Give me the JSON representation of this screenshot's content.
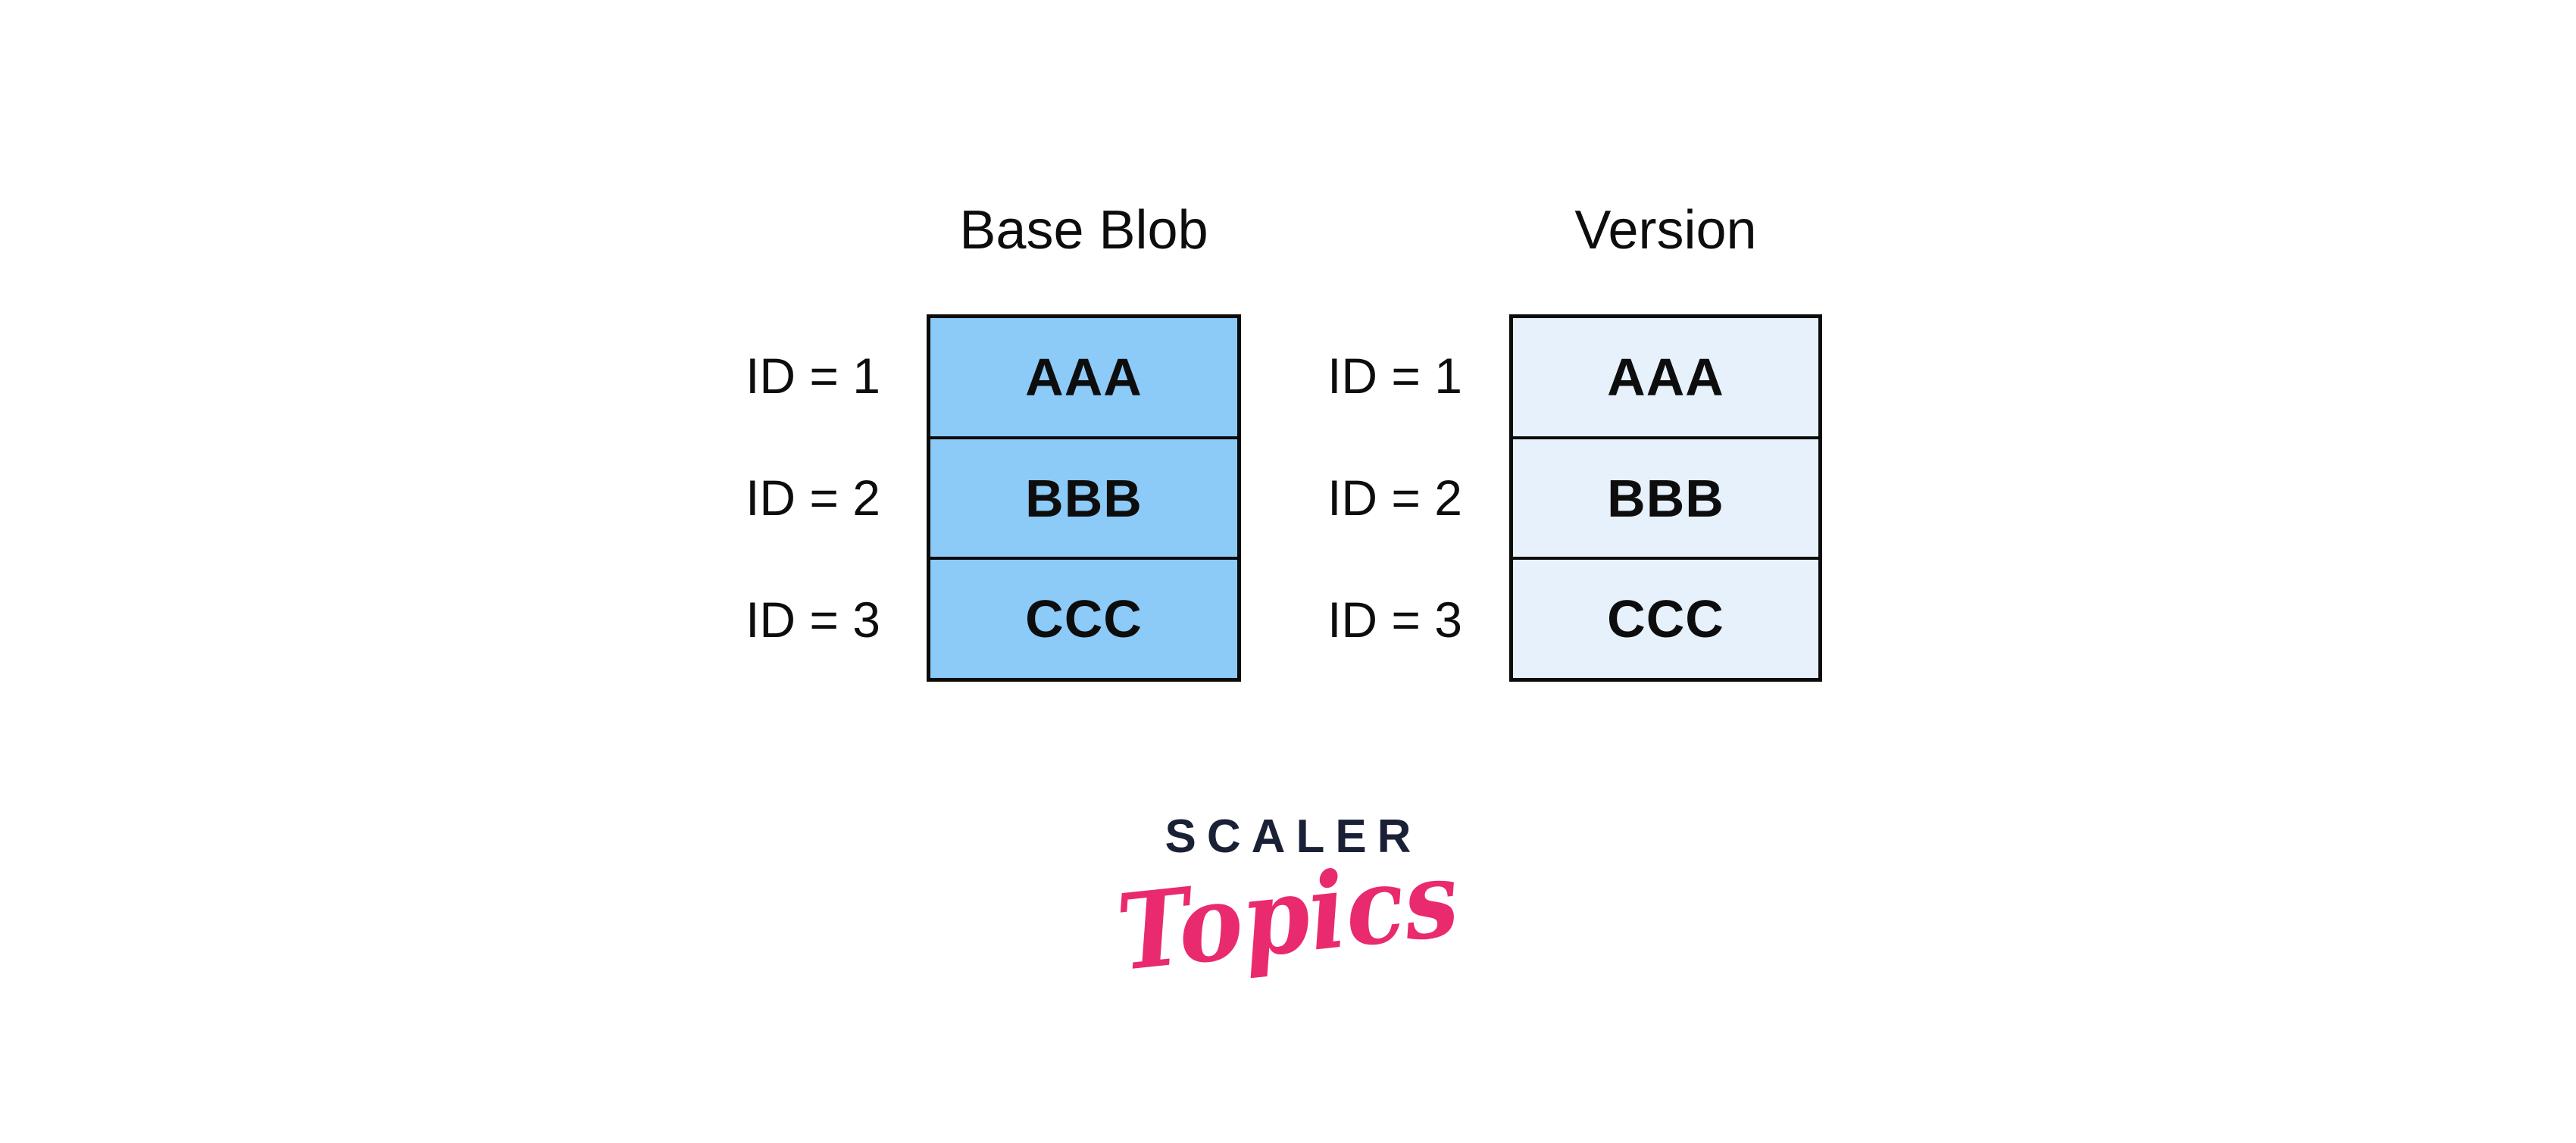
{
  "page": {
    "background": "#ffffff"
  },
  "diagram": {
    "border_color": "#0b0b0b",
    "text_color": "#0d0d0d",
    "base_blob": {
      "title": "Base Blob",
      "fill": "#8CCAF8",
      "rows": [
        {
          "id_label": "ID = 1",
          "value": "AAA"
        },
        {
          "id_label": "ID = 2",
          "value": "BBB"
        },
        {
          "id_label": "ID = 3",
          "value": "CCC"
        }
      ]
    },
    "version": {
      "title": "Version",
      "fill": "#E6F1FC",
      "rows": [
        {
          "id_label": "ID = 1",
          "value": "AAA"
        },
        {
          "id_label": "ID = 2",
          "value": "BBB"
        },
        {
          "id_label": "ID = 3",
          "value": "CCC"
        }
      ]
    }
  },
  "logo": {
    "line1": "SCALER",
    "line2": "Topics",
    "navy": "#1A2136",
    "pink": "#E92A6E"
  }
}
